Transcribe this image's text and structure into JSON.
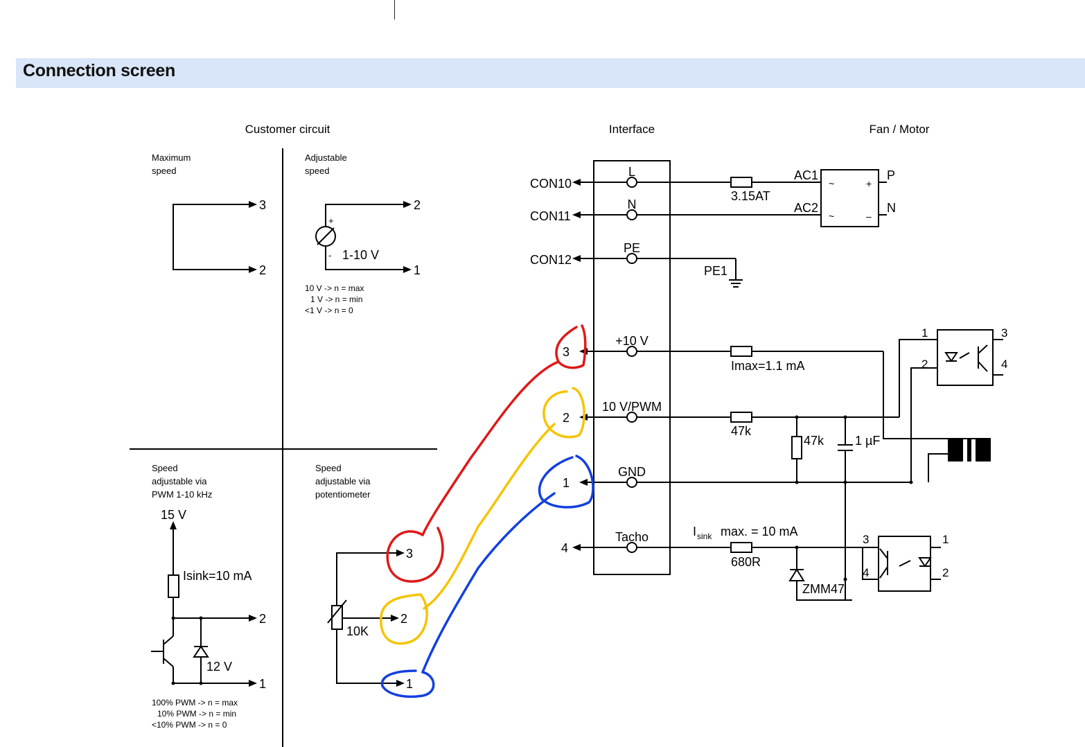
{
  "section": {
    "title": "Connection screen"
  },
  "columns": {
    "customer": "Customer circuit",
    "interface": "Interface",
    "fan": "Fan / Motor"
  },
  "quadrants": {
    "max_speed": {
      "line1": "Maximum",
      "line2": "speed"
    },
    "adj_speed": {
      "line1": "Adjustable",
      "line2": "speed",
      "voltage": "1-10 V",
      "note1": "10 V -> n = max",
      "note2": "1 V -> n = min",
      "note3": "<1 V -> n = 0"
    },
    "pwm": {
      "line1": "Speed",
      "line2": "adjustable via",
      "line3": "PWM 1-10 kHz",
      "supply": "15 V",
      "isink": "Isink=10 mA",
      "zener": "12 V",
      "note1": "100% PWM -> n = max",
      "note2": "10% PWM -> n = min",
      "note3": "<10% PWM -> n = 0"
    },
    "pot": {
      "line1": "Speed",
      "line2": "adjustable via",
      "line3": "potentiometer",
      "pot_value": "10K"
    }
  },
  "pins": {
    "p1": "1",
    "p2": "2",
    "p3": "3",
    "p4": "4"
  },
  "interface_terms": {
    "L": "L",
    "N": "N",
    "PE": "PE",
    "plus10v": "+10 V",
    "pwm": "10 V/PWM",
    "gnd": "GND",
    "tacho": "Tacho"
  },
  "connectors": {
    "con10": "CON10",
    "con11": "CON11",
    "con12": "CON12"
  },
  "fan": {
    "fuse": "3.15AT",
    "ac1": "AC1",
    "ac2": "AC2",
    "p": "P",
    "n": "N",
    "pe1": "PE1",
    "tilde": "~",
    "plus": "+",
    "minus": "–"
  },
  "components": {
    "imax": "Imax=1.1 mA",
    "r47k_a": "47k",
    "r47k_b": "47k",
    "cap": "1 µF",
    "isink_main": "I",
    "isink_sub": "sink",
    "isink_rest": "max. = 10 mA",
    "r680": "680R",
    "zmm": "ZMM47"
  },
  "colors": {
    "header_bg": "#d9e5f8",
    "red": "#e01818",
    "yellow": "#f5c400",
    "blue": "#1240e0"
  }
}
